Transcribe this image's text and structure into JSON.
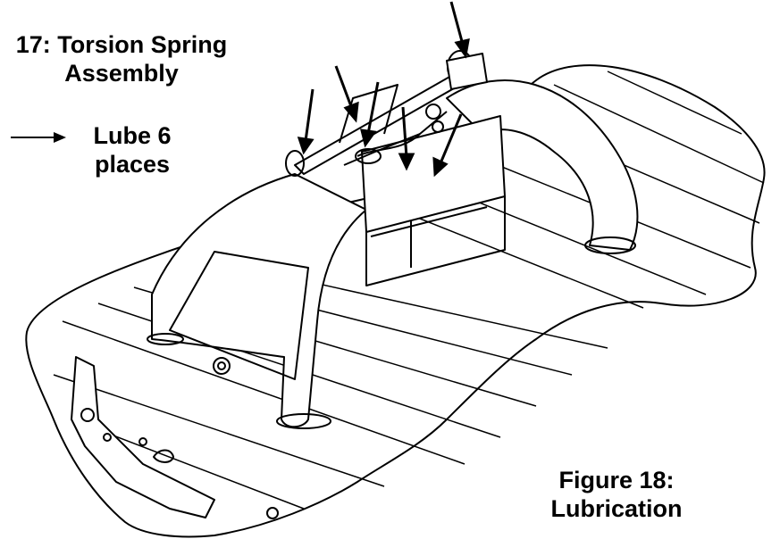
{
  "figure17": {
    "line1": "17: Torsion Spring",
    "line2": "Assembly"
  },
  "legend": {
    "arrow_icon": "right-arrow-icon",
    "line1": "Lube 6",
    "line2": "places"
  },
  "figure18": {
    "line1": "Figure 18:",
    "line2": "Lubrication"
  },
  "lube_points_count": 6
}
